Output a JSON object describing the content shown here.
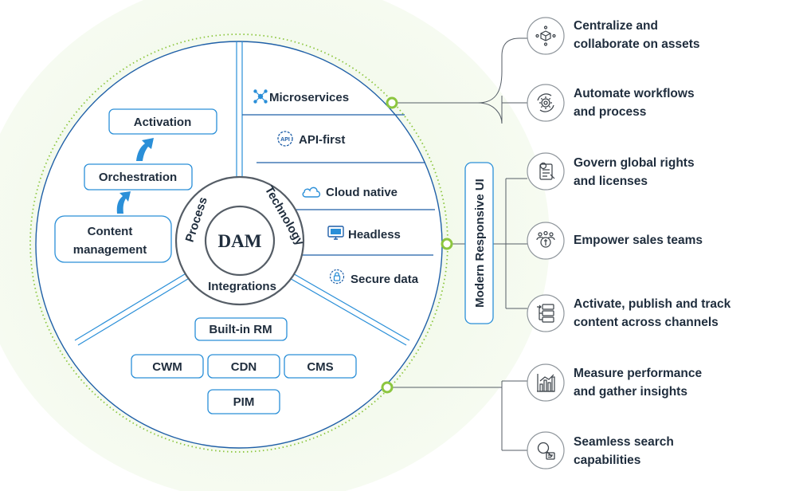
{
  "center": {
    "title": "DAM"
  },
  "ring": {
    "process": "Process",
    "technology": "Technology",
    "integrations": "Integrations"
  },
  "process_steps": [
    {
      "lines": [
        "Activation"
      ]
    },
    {
      "lines": [
        "Orchestration"
      ]
    },
    {
      "lines": [
        "Content",
        "management"
      ]
    }
  ],
  "technology_items": [
    {
      "label": "Microservices",
      "icon": "microservices-icon"
    },
    {
      "label": "API-first",
      "icon": "api-icon",
      "icon_text": "API"
    },
    {
      "label": "Cloud native",
      "icon": "cloud-icon"
    },
    {
      "label": "Headless",
      "icon": "monitor-icon"
    },
    {
      "label": "Secure data",
      "icon": "lock-icon"
    }
  ],
  "integrations": [
    "Built-in RM",
    "CWM",
    "CDN",
    "CMS",
    "PIM"
  ],
  "modern_ui": "Modern Responsive UI",
  "features": [
    {
      "lines": [
        "Centralize and",
        "collaborate on assets"
      ],
      "icon": "assets-network-icon"
    },
    {
      "lines": [
        "Automate workflows",
        "and process"
      ],
      "icon": "gear-cycle-icon"
    },
    {
      "lines": [
        "Govern global rights",
        "and licenses"
      ],
      "icon": "rights-document-icon"
    },
    {
      "lines": [
        "Empower sales teams"
      ],
      "icon": "sales-team-icon"
    },
    {
      "lines": [
        "Activate, publish and track",
        "content across channels"
      ],
      "icon": "channels-icon"
    },
    {
      "lines": [
        "Measure performance",
        "and gather insights"
      ],
      "icon": "analytics-chart-icon"
    },
    {
      "lines": [
        "Seamless search",
        "capabilities"
      ],
      "icon": "search-icon"
    }
  ],
  "colors": {
    "primary_blue": "#2a8fd8",
    "dark_blue": "#1f5fa8",
    "lime": "#8cc63f",
    "soft_green": "#eef7e4",
    "text": "#1f2d3d"
  }
}
